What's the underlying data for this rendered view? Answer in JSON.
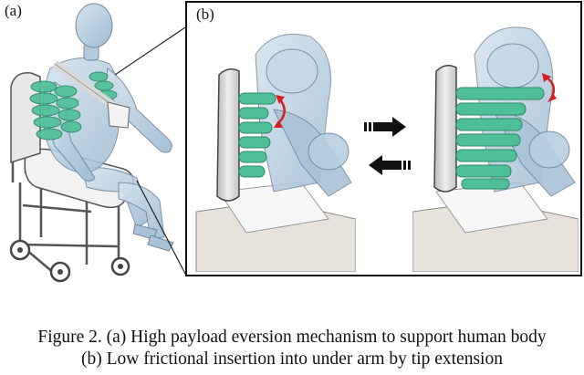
{
  "panels": {
    "a": {
      "label": "(a)"
    },
    "b": {
      "label": "(b)"
    }
  },
  "caption": {
    "line1": "Figure 2. (a) High payload eversion mechanism to support human body",
    "line2": "(b) Low frictional insertion into under arm by tip extension"
  },
  "colors": {
    "body": "#b9cfe0",
    "eversion_tube": "#4fbf9a",
    "arrow": "#d62020",
    "frame": "#111111"
  }
}
